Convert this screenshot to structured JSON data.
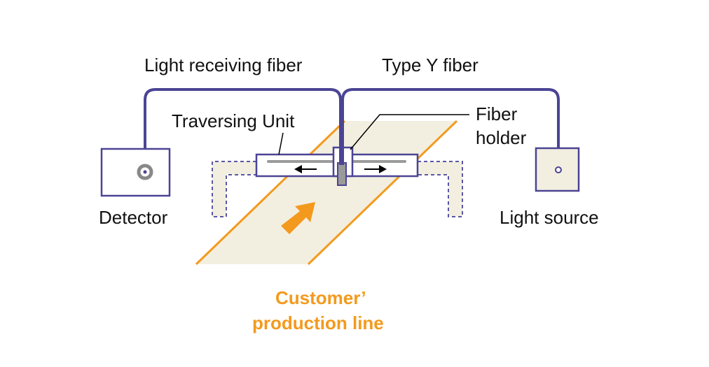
{
  "labels": {
    "light_receiving_fiber": "Light receiving fiber",
    "type_y_fiber": "Type Y fiber",
    "traversing_unit": "Traversing Unit",
    "fiber_holder_line1": "Fiber",
    "fiber_holder_line2": "holder",
    "detector": "Detector",
    "light_source": "Light source",
    "production_line_1": "Customer’",
    "production_line_2": "production line"
  },
  "colors": {
    "fiber": "#4b4494",
    "belt_fill": "#f3efe0",
    "belt_edge": "#f39a1e",
    "arrow": "#f39a1e",
    "rail": "#9a9a9a",
    "detector_port": "#888888",
    "text": "#111111",
    "production_text": "#f39a1e"
  }
}
